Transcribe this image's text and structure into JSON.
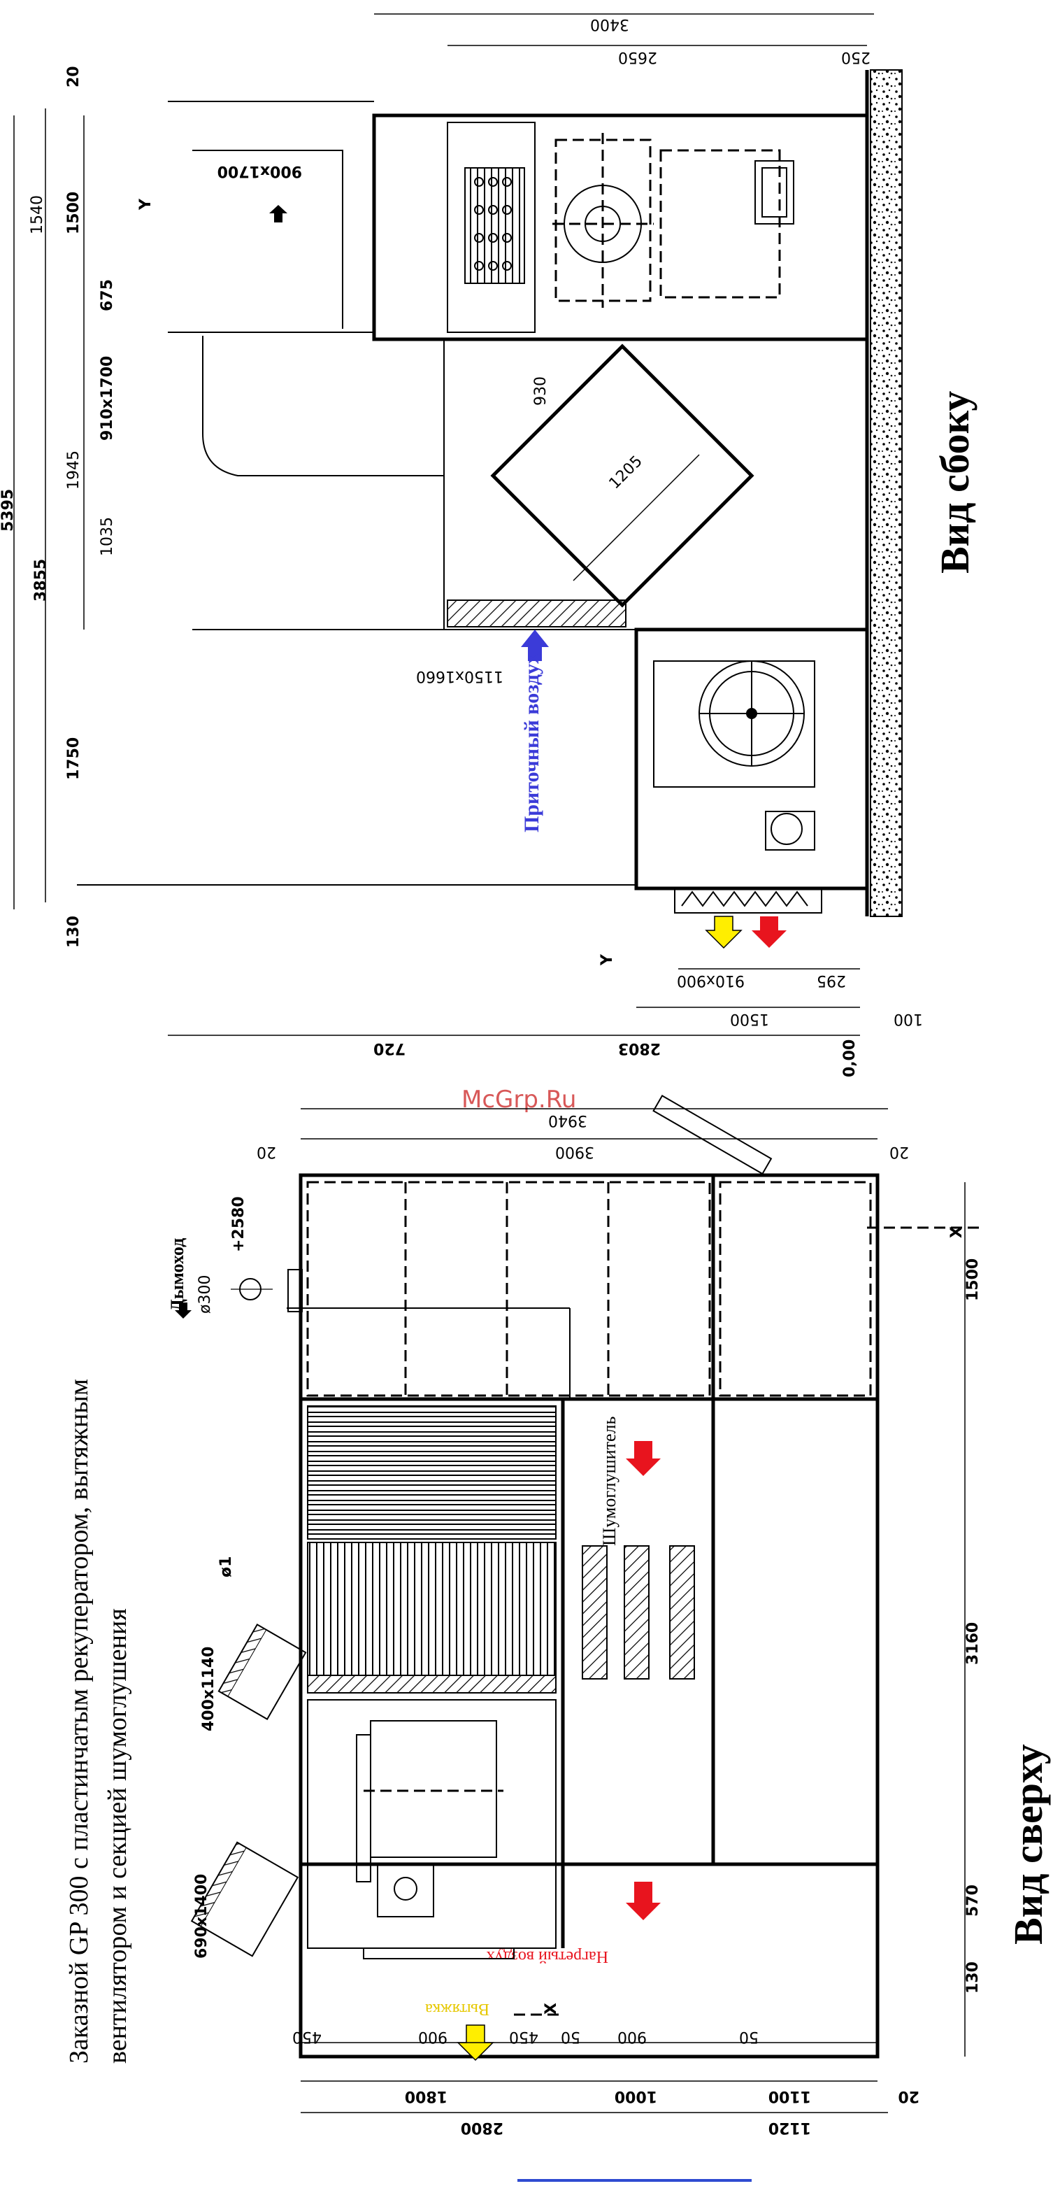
{
  "watermark": "McGrp.Ru",
  "side_view": {
    "title": "Вид сбоку",
    "supply_air_label": "Приточный воздух",
    "dim_top_total": "3400",
    "dim_top_main": "2650",
    "dim_top_small": "250",
    "dim_left_total": "5395",
    "dim_left_upper": "1540",
    "dim_left_upper_b": "1500",
    "dim_left_mid": "1945",
    "dim_left_mid_b": "1035",
    "dim_left_lower": "3855",
    "dim_left_bottom": "1750",
    "dim_left_foot": "130",
    "dim_left_top_gap": "20",
    "dim_675": "675",
    "duct_top": "900x1700",
    "duct_mid": "910x1700",
    "duct_intake": "1150x1660",
    "duct_outlet": "910x900",
    "dim_930": "930",
    "dim_1205": "1205",
    "dim_bottom_720": "720",
    "dim_bottom_2803": "2803",
    "dim_bottom_1500": "1500",
    "dim_bottom_295": "295",
    "dim_bottom_100": "100",
    "level_zero": "0,00",
    "axis_y": "Y"
  },
  "top_view": {
    "title": "Вид сверху",
    "heading_line1": "Заказной GP 300 с пластинчатым рекуператором, вытяжным",
    "heading_line2": "вентилятором и секцией шумоглушения",
    "smoke_label": "Дымоход",
    "smoke_diameter": "ø300",
    "smoke_height": "+2580",
    "silencer_label": "Шумоглушитель",
    "heated_air_label": "Нагретый воздух",
    "exhaust_label": "Вытяжка",
    "dim_top_total": "3940",
    "dim_top_main": "3900",
    "dim_top_left": "20",
    "dim_top_right": "20",
    "dim_right_1500": "1500",
    "dim_right_3160": "3160",
    "dim_right_570": "570",
    "dim_right_130": "130",
    "dim_right_20": "20",
    "dim_bottom_2800": "2800",
    "dim_bottom_1800": "1800",
    "dim_bottom_1000": "1000",
    "dim_bottom_1100": "1100",
    "dim_bottom_1120": "1120",
    "dim_bot_450a": "450",
    "dim_bot_900a": "900",
    "dim_bot_450b": "450",
    "dim_bot_50a": "50",
    "dim_bot_900b": "900",
    "dim_bot_50b": "50",
    "duct_a": "400x1140",
    "duct_b": "690x1400",
    "dim_phi": "ø1",
    "axis_x": "X"
  },
  "colors": {
    "supply_arrow": "#3b3bd8",
    "hot_arrow": "#e8141e",
    "cold_arrow": "#ffee00",
    "watermark": "#d23c3c",
    "heated_text": "#e8141e",
    "exhaust_text": "#e6c800"
  }
}
